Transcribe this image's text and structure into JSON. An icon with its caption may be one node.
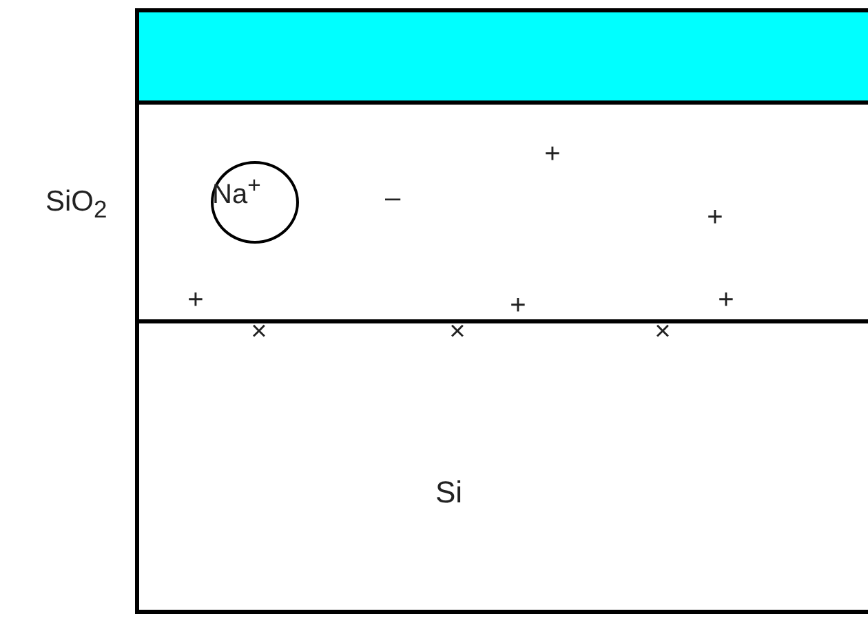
{
  "diagram": {
    "nodes": [
      {
        "text": [],
        "shape": "bar"
      },
      {
        "text": [
          "SiO$_{2}$"
        ]
      },
      {
        "text": [
          "Na$^{+}$"
        ],
        "in": 1
      },
      {
        "text": [
          "Si"
        ]
      }
    ],
    "labels": [
      "+",
      "–",
      "+",
      "+",
      "+",
      "+",
      "×",
      "×",
      "×"
    ]
  }
}
